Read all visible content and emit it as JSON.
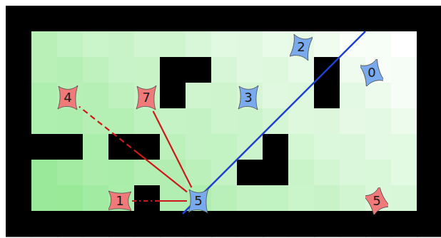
{
  "diagram": {
    "nodes": [
      {
        "text": [
          "2"
        ]
      },
      {
        "text": [
          "0"
        ]
      },
      {
        "text": [
          "4"
        ]
      },
      {
        "text": [
          "7"
        ]
      },
      {
        "text": [
          "3"
        ]
      },
      {
        "text": [
          "1"
        ]
      },
      {
        "text": [
          "5"
        ]
      },
      {
        "text": [
          "5"
        ]
      }
    ],
    "edges": [
      {
        "from": 6,
        "to": 5,
        "arrow": "none"
      },
      {
        "from": 6,
        "to": 2,
        "arrow": "none"
      },
      {
        "from": 6,
        "to": 3,
        "arrow": "none"
      }
    ]
  }
}
